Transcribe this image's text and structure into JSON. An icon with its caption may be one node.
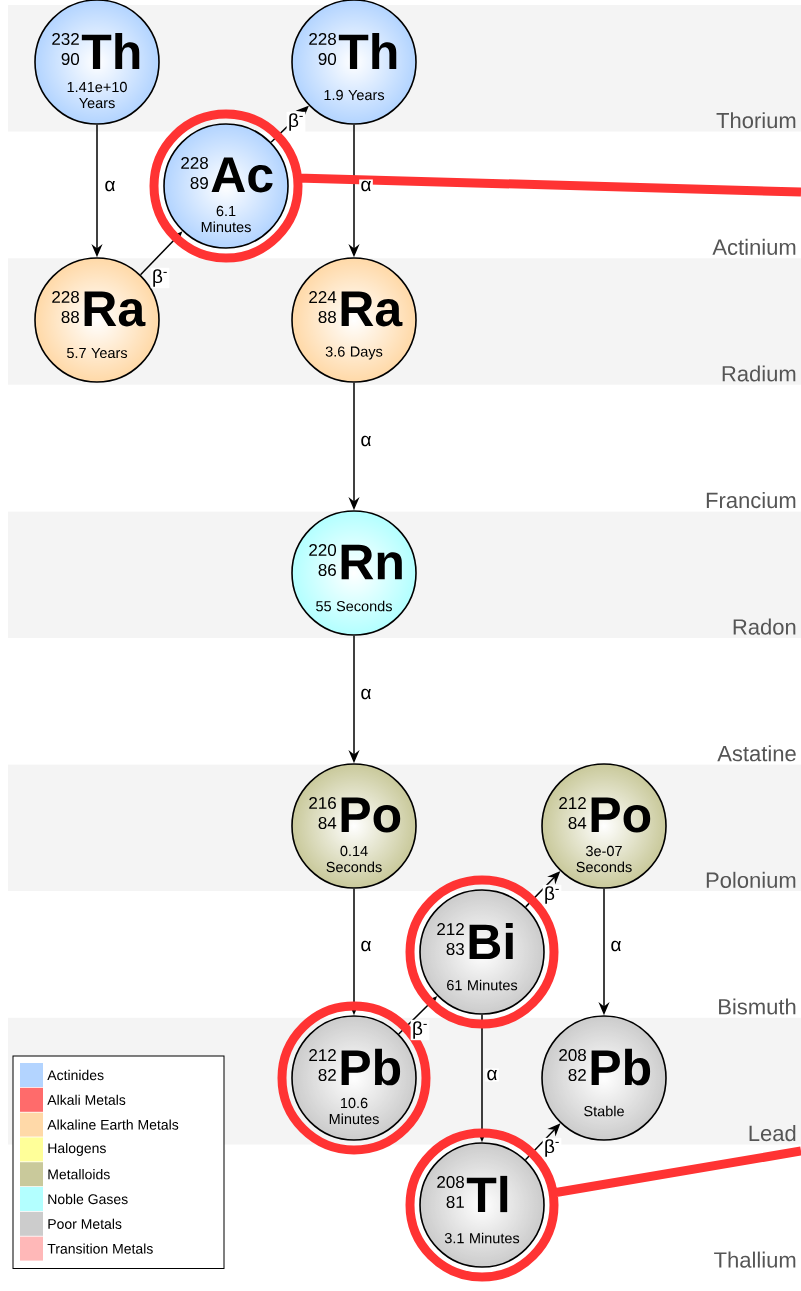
{
  "diagram": {
    "nodes": [
      {
        "text": [
          "232",
          "90",
          "Th",
          "1.41e+10 Years"
        ]
      },
      {
        "text": [
          "228",
          "90",
          "Th",
          "1.9 Years"
        ]
      },
      {
        "text": [
          "228",
          "89",
          "Ac",
          "6.1 Minutes"
        ]
      },
      {
        "text": [
          "228",
          "88",
          "Ra",
          "5.7 Years"
        ]
      },
      {
        "text": [
          "224",
          "88",
          "Ra",
          "3.6 Days"
        ]
      },
      {
        "text": [
          "220",
          "86",
          "Rn",
          "55 Seconds"
        ]
      },
      {
        "text": [
          "216",
          "84",
          "Po",
          "0.14 Seconds"
        ]
      },
      {
        "text": [
          "212",
          "84",
          "Po",
          "3e-07 Seconds"
        ]
      },
      {
        "text": [
          "212",
          "83",
          "Bi",
          "61 Minutes"
        ]
      },
      {
        "text": [
          "212",
          "82",
          "Pb",
          "10.6 Minutes"
        ]
      },
      {
        "text": [
          "208",
          "82",
          "Pb",
          "Stable"
        ]
      },
      {
        "text": [
          "208",
          "81",
          "Tl",
          "3.1 Minutes"
        ]
      }
    ],
    "edges": [
      {
        "from": 0,
        "to": 3,
        "arrow": "to",
        "label": "α"
      },
      {
        "from": 3,
        "to": 2,
        "arrow": "to",
        "label": "β$^{-}$"
      },
      {
        "from": 2,
        "to": 1,
        "arrow": "to",
        "label": "β$^{-}$"
      },
      {
        "from": 1,
        "to": 4,
        "arrow": "to",
        "label": "α"
      },
      {
        "from": 4,
        "to": 5,
        "arrow": "to",
        "label": "α"
      },
      {
        "from": 5,
        "to": 6,
        "arrow": "to",
        "label": "α"
      },
      {
        "from": 6,
        "to": 9,
        "arrow": "to",
        "label": "α"
      },
      {
        "from": 9,
        "to": 8,
        "arrow": "to",
        "label": "β$^{-}$"
      },
      {
        "from": 8,
        "to": 7,
        "arrow": "to",
        "label": "β$^{-}$"
      },
      {
        "from": 8,
        "to": 11,
        "arrow": "to",
        "label": "α"
      },
      {
        "from": 7,
        "to": 10,
        "arrow": "to",
        "label": "α"
      },
      {
        "from": 11,
        "to": 10,
        "arrow": "to",
        "label": "β$^{-}$"
      }
    ],
    "labels": [
      "Thorium",
      "Actinium",
      "Radium",
      "Francium",
      "Radon",
      "Astatine",
      "Polonium",
      "Bismuth",
      "Lead",
      "Thallium"
    ],
    "legend": [
      {
        "text": "Actinides",
        "color": "#b3d4ff"
      },
      {
        "text": "Alkali Metals",
        "color": "#ff6b6b"
      },
      {
        "text": "Alkaline Earth Metals",
        "color": "#ffd9a8"
      },
      {
        "text": "Halogens",
        "color": "#ffff99"
      },
      {
        "text": "Metalloids",
        "color": "#c9c99b"
      },
      {
        "text": "Noble Gases",
        "color": "#b3ffff"
      },
      {
        "text": "Poor Metals",
        "color": "#cccccc"
      },
      {
        "text": "Transition Metals",
        "color": "#ffb8b8"
      }
    ]
  }
}
